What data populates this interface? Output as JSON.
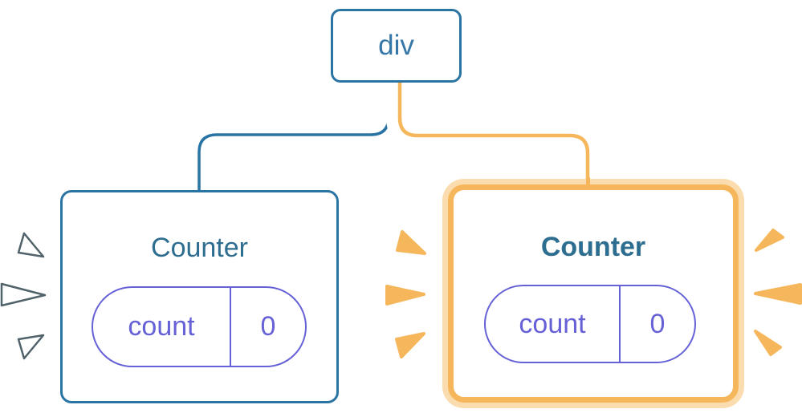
{
  "diagram": {
    "root": {
      "label": "div"
    },
    "left_counter": {
      "title": "Counter",
      "state_key": "count",
      "state_value": "0",
      "highlighted": false
    },
    "right_counter": {
      "title": "Counter",
      "state_key": "count",
      "state_value": "0",
      "highlighted": true
    }
  },
  "colors": {
    "blue": "#2a74a4",
    "blue-text": "#3577a8",
    "title": "#2d6d90",
    "purple": "#6661d6",
    "orange": "#f6b75c",
    "halo": "#fbdcae",
    "wedge-outline": "#51626a",
    "card-bg": "#ffffff",
    "page-bg": "#ffffff"
  }
}
